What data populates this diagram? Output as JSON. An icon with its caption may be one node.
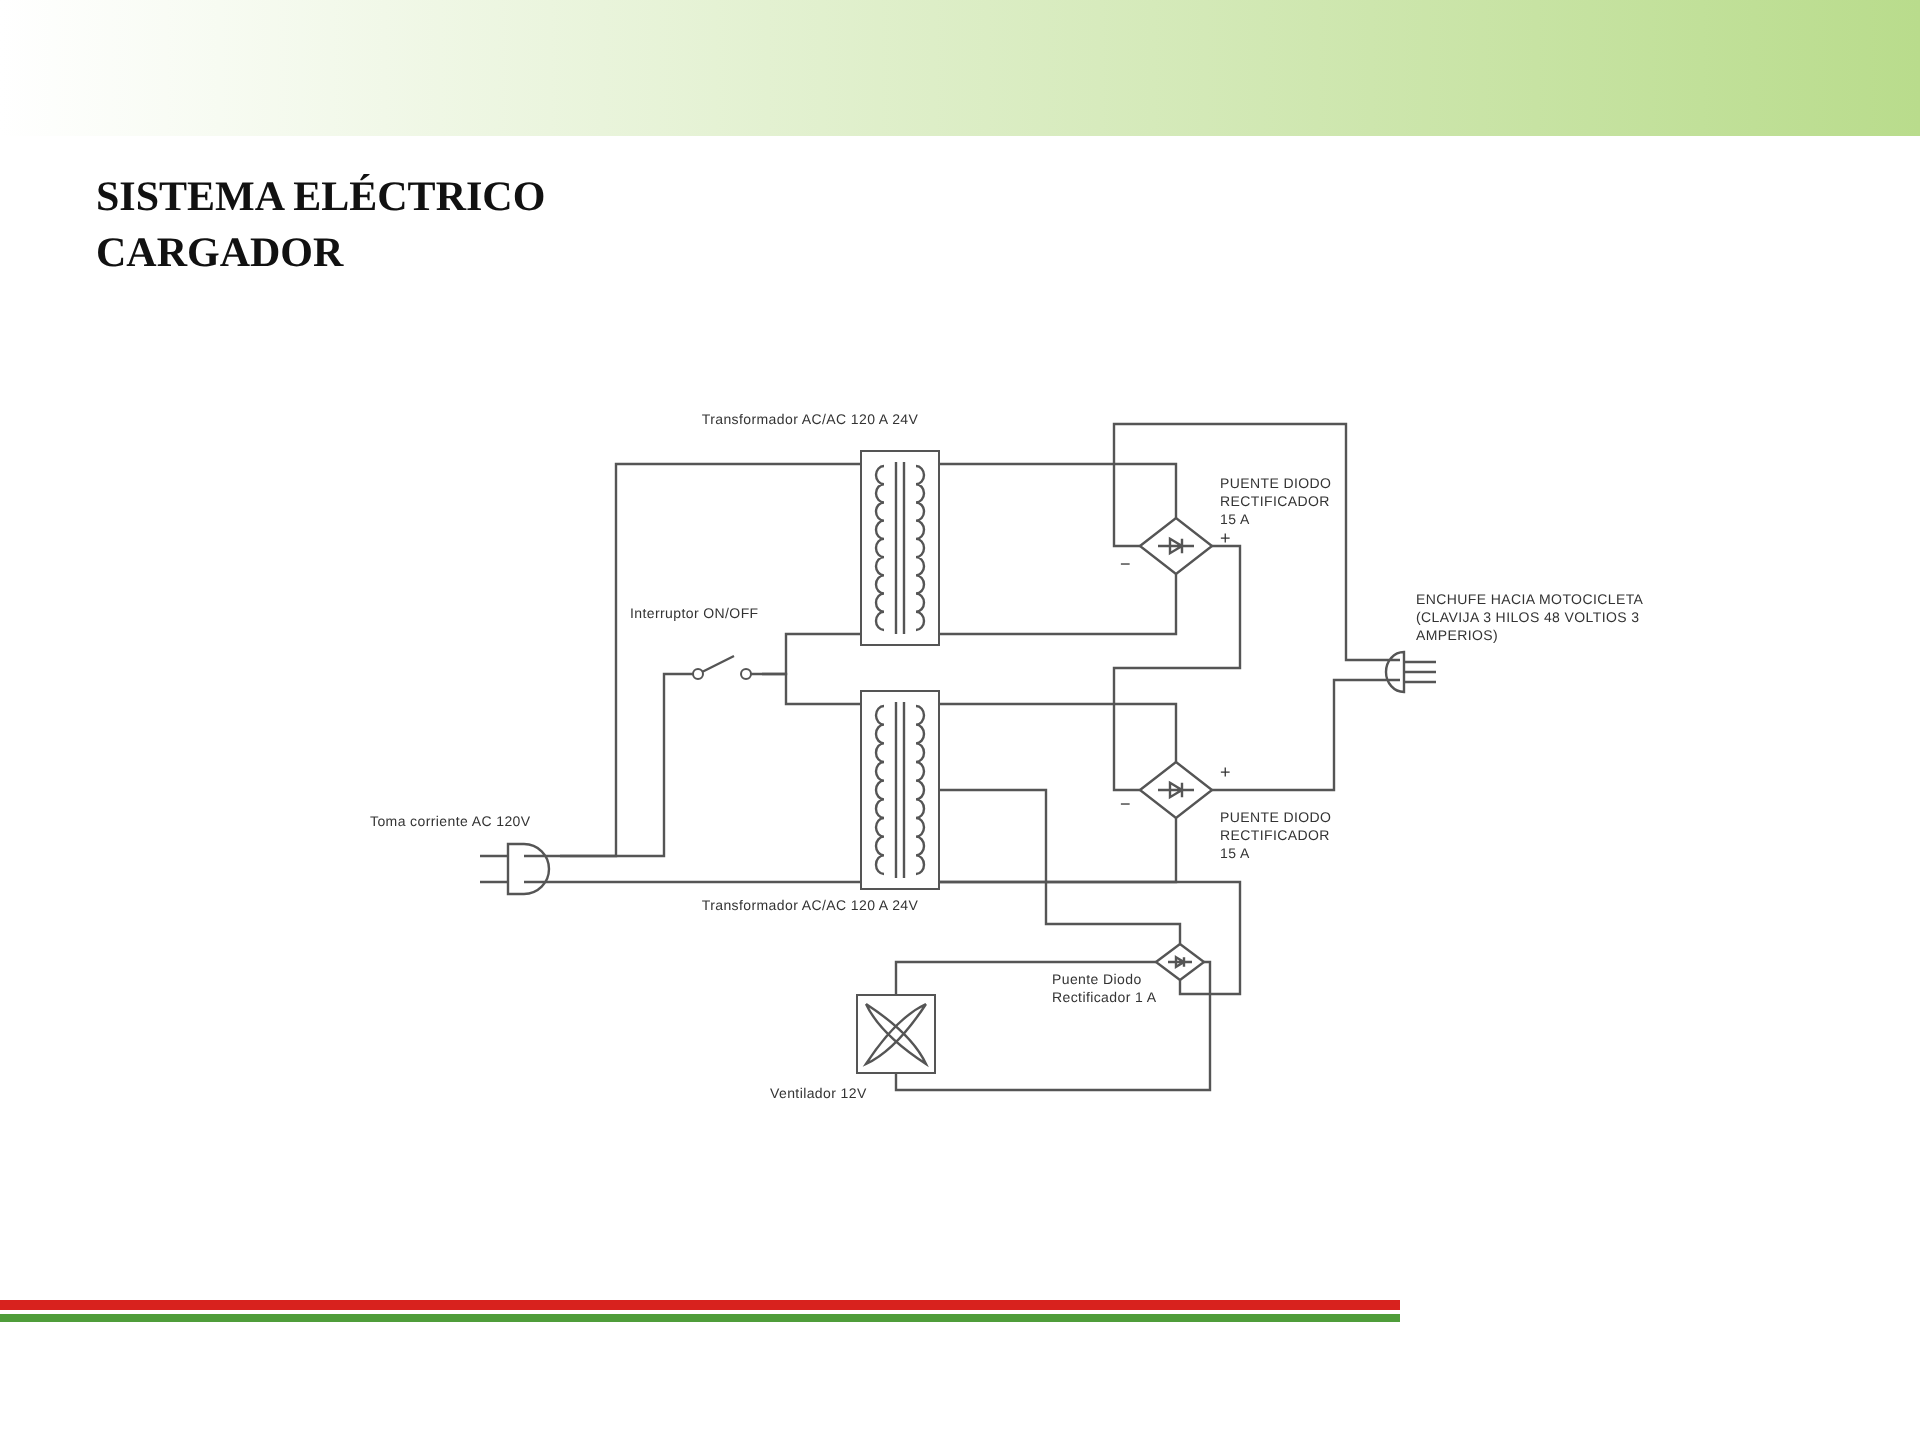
{
  "diagram": {
    "title": "SISTEMA ELÉCTRICO CARGADOR",
    "nodes": [
      {
        "text": [
          "Toma corriente AC 120V"
        ]
      },
      {
        "text": [
          "Interruptor ON/OFF"
        ]
      },
      {
        "text": [
          "Transformador AC/AC 120 A 24V"
        ]
      },
      {
        "text": [
          "Transformador AC/AC 120 A 24V"
        ]
      },
      {
        "text": [
          "PUENTE DIODO RECTIFICADOR 15 A"
        ]
      },
      {
        "text": [
          "PUENTE DIODO RECTIFICADOR 15 A"
        ]
      },
      {
        "text": [
          "ENCHUFE HACIA MOTOCICLETA (CLAVIJA 3 HILOS 48 VOLTIOS 3 AMPERIOS)"
        ]
      },
      {
        "text": [
          "Puente Diodo Rectificador 1 A"
        ]
      },
      {
        "text": [
          "Ventilador 12V"
        ]
      }
    ],
    "edges": [
      {
        "from": 0,
        "to": 2,
        "arrow": "none"
      },
      {
        "from": 0,
        "to": 1,
        "arrow": "none"
      },
      {
        "from": 0,
        "to": 3,
        "arrow": "none"
      },
      {
        "from": 1,
        "to": 2,
        "arrow": "none"
      },
      {
        "from": 1,
        "to": 3,
        "arrow": "none"
      },
      {
        "from": 2,
        "to": 4,
        "arrow": "none"
      },
      {
        "from": 2,
        "to": 4,
        "arrow": "none"
      },
      {
        "from": 4,
        "to": 6,
        "arrow": "none"
      },
      {
        "from": 4,
        "to": 5,
        "arrow": "none"
      },
      {
        "from": 3,
        "to": 5,
        "arrow": "none"
      },
      {
        "from": 3,
        "to": 5,
        "arrow": "none"
      },
      {
        "from": 5,
        "to": 6,
        "arrow": "none"
      },
      {
        "from": 3,
        "to": 7,
        "arrow": "none"
      },
      {
        "from": 3,
        "to": 7,
        "arrow": "none"
      },
      {
        "from": 7,
        "to": 8,
        "arrow": "none"
      },
      {
        "from": 7,
        "to": 8,
        "arrow": "none"
      }
    ],
    "labels": [
      "−",
      "+",
      "−",
      "+"
    ]
  }
}
